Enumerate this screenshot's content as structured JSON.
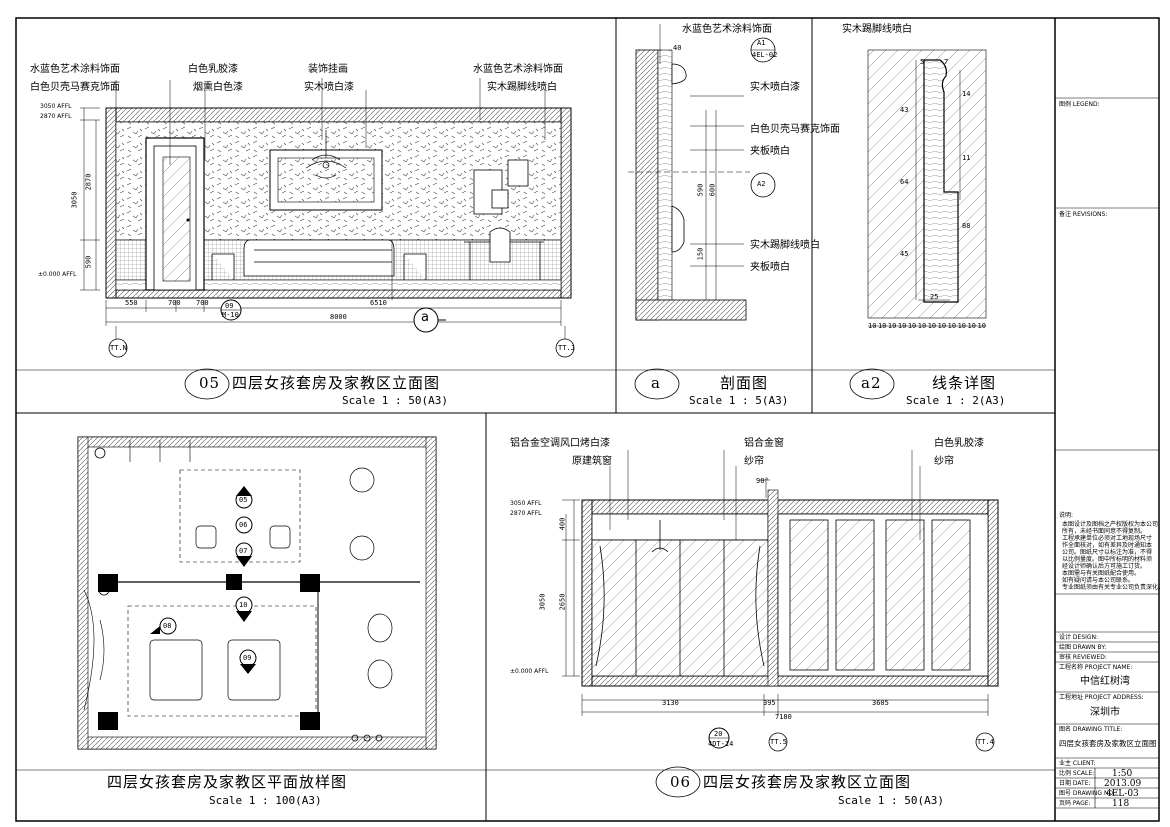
{
  "panels": {
    "elev05": {
      "number": "05",
      "title": "四层女孩套房及家教区立面图",
      "scale": "Scale 1 : 50(A3)",
      "labels": [
        "水蓝色艺术涂料饰面",
        "白色贝壳马赛克饰面",
        "白色乳胶漆",
        "烟熏白色漆",
        "装饰挂画",
        "实木喷白漆",
        "水蓝色艺术涂料饰面",
        "实木踢脚线喷白"
      ],
      "level_marks": [
        "3050 AFFL",
        "2870 AFFL",
        "±0.000 AFFL"
      ],
      "vertical_dims": [
        "3050",
        "2870",
        "590"
      ],
      "bottom_dims": [
        "550",
        "700",
        "700",
        "6510"
      ],
      "total_dim": "8000",
      "callout": {
        "num": "09",
        "ref": "M-10"
      },
      "section_mark": "a",
      "grid_left": "TT.N",
      "grid_right": "TT.J"
    },
    "section_a": {
      "number": "a",
      "title": "剖面图",
      "scale": "Scale 1 : 5(A3)",
      "labels": [
        "水蓝色艺术涂料饰面",
        "实木喷白漆",
        "白色贝壳马赛克饰面",
        "夹板喷白",
        "实木踢脚线喷白",
        "夹板喷白"
      ],
      "callouts": [
        "A1",
        "4EL-02",
        "A2"
      ],
      "dims": [
        "40",
        "590",
        "600",
        "150"
      ]
    },
    "detail_a2": {
      "number": "a2",
      "title": "线条详图",
      "scale": "Scale 1 : 2(A3)",
      "labels": [
        "实木踢脚线喷白"
      ],
      "dims": [
        "5",
        "7",
        "14",
        "43",
        "11",
        "64",
        "88",
        "45",
        "25"
      ],
      "ruler": [
        "10",
        "10",
        "10",
        "10",
        "10",
        "10",
        "10",
        "10",
        "10",
        "10",
        "10",
        "10"
      ]
    },
    "plan": {
      "title": "四层女孩套房及家教区平面放样图",
      "scale": "Scale 1 : 100(A3)",
      "markers": [
        "05",
        "06",
        "07",
        "10",
        "08",
        "09"
      ]
    },
    "elev06": {
      "number": "06",
      "title": "四层女孩套房及家教区立面图",
      "scale": "Scale 1 : 50(A3)",
      "labels": [
        "铝合金空调风口烤白漆",
        "原建筑窗",
        "铝合金窗",
        "纱帘",
        "白色乳胶漆",
        "纱帘"
      ],
      "angle": "90°",
      "level_marks": [
        "3050 AFFL",
        "2870 AFFL",
        "±0.000 AFFL"
      ],
      "vertical_dims": [
        "400",
        "3050",
        "2650"
      ],
      "bottom_dims": [
        "3130",
        "395",
        "3605"
      ],
      "total_dim": "7180",
      "callout": {
        "num": "20",
        "ref": "4DT-14"
      },
      "grid_left": "TT.5",
      "grid_right": "TT.4"
    }
  },
  "title_block": {
    "legend_label": "图例 LEGEND:",
    "revisions_label": "备注 REVISIONS:",
    "notes_label": "说明:",
    "notes": [
      "本图设计及图档之产权版权为本公司",
      "所有，未经书面同意不得复制。",
      "工程承建单位必须对工地现场尺寸",
      "作全面核对，如有差异及时通知本",
      "公司。图纸尺寸以标注为准，不得",
      "以比例量度。图中所标明的材料须",
      "经设计师确认后方可施工订货。",
      "本图需与有关图纸配合使用。",
      "如有疑问请与本公司联系。",
      "专业图纸须由有关专业公司负责深化。"
    ],
    "design_label": "设计 DESIGN:",
    "drawn_label": "绘图 DRAWN BY:",
    "check_label": "审核 REVIEWED:",
    "project_label": "工程名称 PROJECT NAME:",
    "project_name": "中信红树湾",
    "address_label": "工程地址 PROJECT ADDRESS:",
    "address": "深圳市",
    "drawing_title_label": "图名 DRAWING TITLE:",
    "drawing_title": "四层女孩套房及家教区立面图",
    "client_label": "业主 CLIENT:",
    "scale_label": "比例 SCALE:",
    "scale_value": "1:50",
    "date_label": "日期 DATE:",
    "date_value": "2013.09",
    "drawing_no_label": "图号 DRAWING NO.:",
    "drawing_no": "4EL-03",
    "page_label": "页码 PAGE:",
    "page_no": "118"
  }
}
